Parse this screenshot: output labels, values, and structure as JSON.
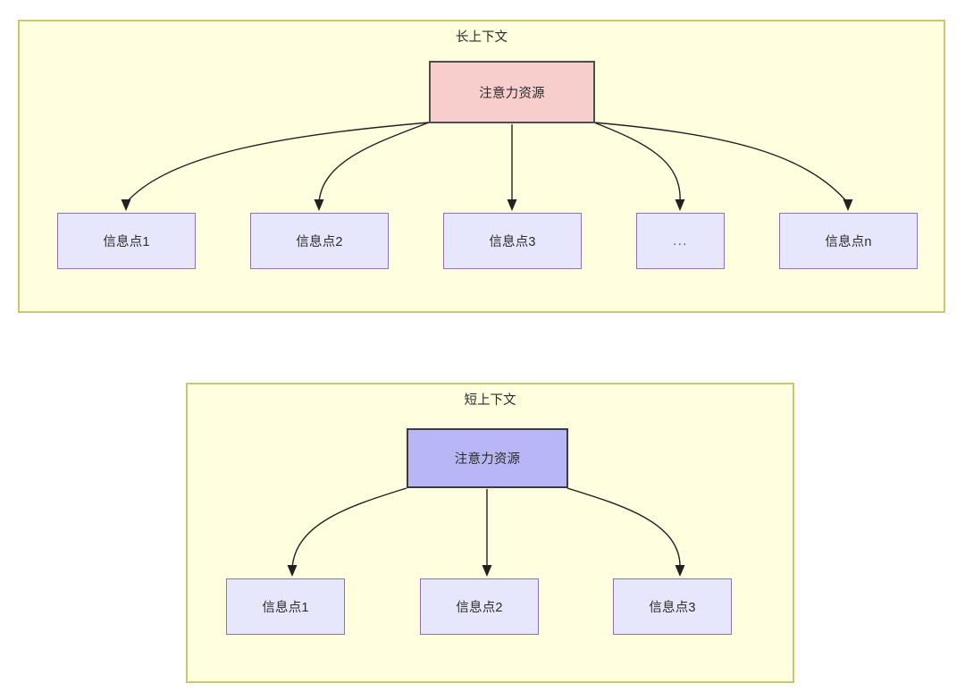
{
  "diagram": {
    "type": "tree-comparison",
    "background_color": "#FFFFFF",
    "panels": [
      {
        "id": "long-context",
        "title": "长上下文",
        "fill": "#FFFFE0",
        "border": "#C8C86E",
        "root": {
          "label": "注意力资源",
          "fill": "#F8CECC",
          "border": "#4D4D4D"
        },
        "leaves": [
          {
            "label": "信息点1"
          },
          {
            "label": "信息点2"
          },
          {
            "label": "信息点3"
          },
          {
            "label": "..."
          },
          {
            "label": "信息点n"
          }
        ],
        "leaf_fill": "#E6E6FC",
        "leaf_border": "#9673A6",
        "edge_count": 5
      },
      {
        "id": "short-context",
        "title": "短上下文",
        "fill": "#FFFFE0",
        "border": "#C8C86E",
        "root": {
          "label": "注意力资源",
          "fill": "#B7B7F5",
          "border": "#3A3A4D"
        },
        "leaves": [
          {
            "label": "信息点1"
          },
          {
            "label": "信息点2"
          },
          {
            "label": "信息点3"
          }
        ],
        "leaf_fill": "#E6E6FC",
        "leaf_border": "#9673A6",
        "edge_count": 3
      }
    ],
    "edge_color": "#23211F"
  }
}
